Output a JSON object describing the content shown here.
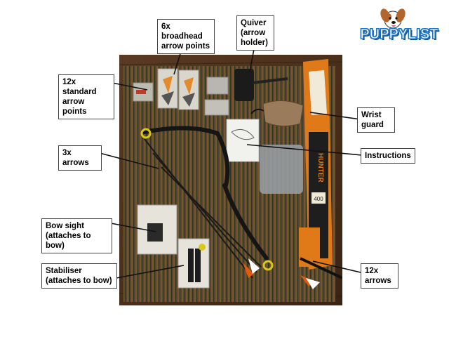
{
  "logo": {
    "text": "PUPPYLIST",
    "icon": "dog-head-icon",
    "color": "#1b73c8"
  },
  "callouts": {
    "broadhead": "6x broadhead\narrow points",
    "quiver": "Quiver\n(arrow\nholder)",
    "standard_points": "12x standard\narrow points",
    "wrist_guard": "Wrist\nguard",
    "arrows3": "3x arrows",
    "instructions": "Instructions",
    "bow_sight": "Bow sight\n(attaches to bow)",
    "stabiliser": "Stabiliser\n(attaches to bow)",
    "arrows12": "12x\narrows"
  },
  "box_print": {
    "brand": "HUNTER",
    "number": "400"
  }
}
